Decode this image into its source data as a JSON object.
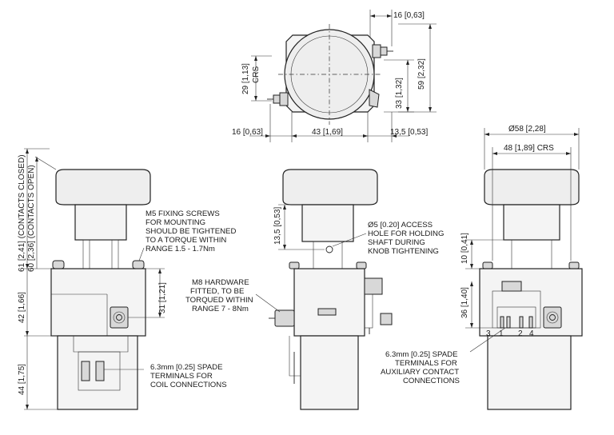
{
  "top_view": {
    "dim_top": "16 [0,63]",
    "dim_left_vertical": "29 [1,13]",
    "dim_left_crs": "CRS",
    "dim_right_inner": "33 [1,32]",
    "dim_right_outer": "59 [2,32]",
    "dim_bottom_left": "16 [0,63]",
    "dim_bottom_mid": "43 [1,69]",
    "dim_bottom_right": "13,5 [0,53]"
  },
  "left_view": {
    "dim_contacts_closed": "61 [2,41] (CONTACTS CLOSED)",
    "dim_contacts_open": "60 [2,36] (CONTACTS OPEN)",
    "dim_body": "42 [1,66]",
    "dim_lower": "44 [1,75]",
    "dim_stud": "31 [1,21]",
    "note_screws": [
      "M5 FIXING SCREWS",
      "FOR MOUNTING",
      "SHOULD BE TIGHTENED",
      "TO A TORQUE WITHIN",
      "RANGE 1.5 - 1.7Nm"
    ],
    "note_spade": [
      "6.3mm [0.25] SPADE",
      "TERMINALS FOR",
      "COIL CONNECTIONS"
    ]
  },
  "middle_view": {
    "dim_shaft": "13,5 [0,53]",
    "note_access": [
      "Ø5 [0.20] ACCESS",
      "HOLE FOR HOLDING",
      "SHAFT DURING",
      "KNOB TIGHTENING"
    ],
    "note_hardware": [
      "M8 HARDWARE",
      "FITTED, TO BE",
      "TORQUED WITHIN",
      "RANGE 7 - 8Nm"
    ]
  },
  "right_view": {
    "dim_diameter": "Ø58 [2,28]",
    "dim_crs": "48 [1,89] CRS",
    "dim_gap": "10 [0,41]",
    "dim_aux": "36 [1,40]",
    "terminal_numbers": [
      "3",
      "1",
      "2",
      "4"
    ],
    "note_aux": [
      "6.3mm [0.25] SPADE",
      "TERMINALS FOR",
      "AUXILIARY CONTACT",
      "CONNECTIONS"
    ]
  }
}
